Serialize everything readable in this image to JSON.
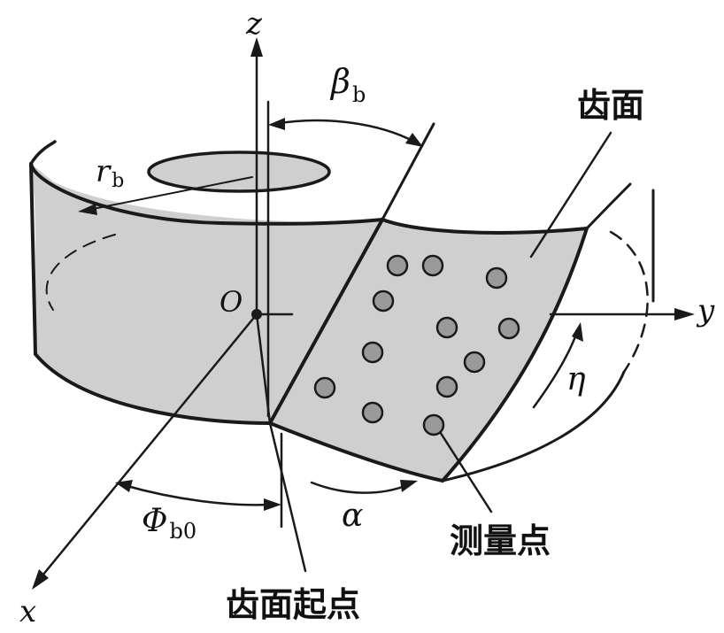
{
  "labels": {
    "z_axis": "z",
    "y_axis": "y",
    "x_axis": "x",
    "origin": "O",
    "base_radius_main": "r",
    "base_radius_sub": "b",
    "helix_angle_main": "β",
    "helix_angle_sub": "b",
    "start_angle_main": "Φ",
    "start_angle_sub": "b0",
    "alpha": "α",
    "eta": "η",
    "tooth_surface": "齿面",
    "measurement_points": "测量点",
    "tooth_surface_start": "齿面起点"
  },
  "colors": {
    "surface_fill": "#cfcfcf",
    "dot_fill": "#9a9a9a",
    "line": "#1a1a1a"
  }
}
